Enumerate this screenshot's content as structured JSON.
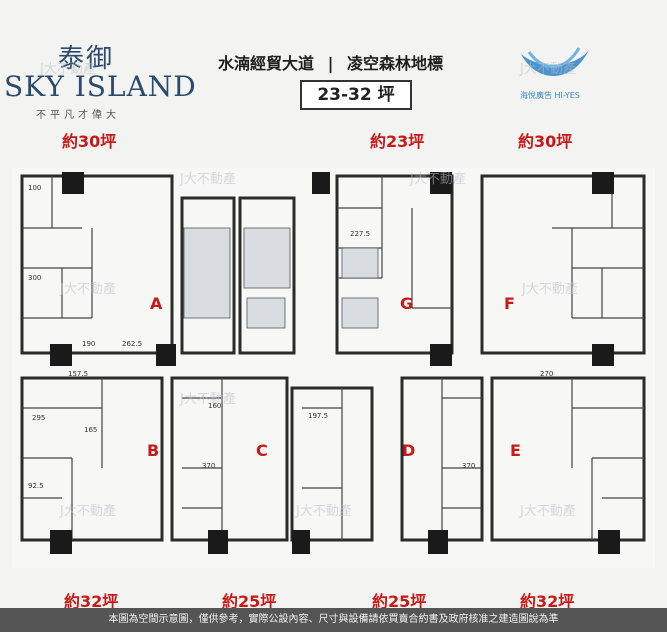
{
  "brand": {
    "name_cn": "泰御",
    "name_en": "SKY ISLAND",
    "tagline": "不平凡才偉大"
  },
  "headline": {
    "left": "水湳經貿大道",
    "divider": "|",
    "right": "凌空森林地標"
  },
  "size_range": "23-32 坪",
  "agent": {
    "name": "海悅廣告 HI-YES"
  },
  "sizes": {
    "top_left": "約30坪",
    "top_center": "約23坪",
    "top_right": "約30坪",
    "bottom_1": "約32坪",
    "bottom_2": "約25坪",
    "bottom_3": "約25坪",
    "bottom_4": "約32坪"
  },
  "units": {
    "a": "A",
    "b": "B",
    "c": "C",
    "d": "D",
    "e": "E",
    "f": "F",
    "g": "G"
  },
  "dimensions": {
    "d100": "100",
    "d300": "300",
    "d262": "262.5",
    "d190": "190",
    "d157": "157.5",
    "d165": "165",
    "d295": "295",
    "d370": "370",
    "d160": "160",
    "d92": "92.5",
    "d270": "270",
    "d227": "227.5",
    "d197": "197.5"
  },
  "watermark": "J大不動產",
  "footer": "本圖為空間示意圖，僅供參考，實際公設內容、尺寸與設備請依買賣合約書及政府核准之建造圖說為準",
  "colors": {
    "size_red": "#c81818",
    "brand_blue": "#2a4a6e",
    "wall": "#2b2b2b",
    "agent_blue": "#3a87c8"
  }
}
